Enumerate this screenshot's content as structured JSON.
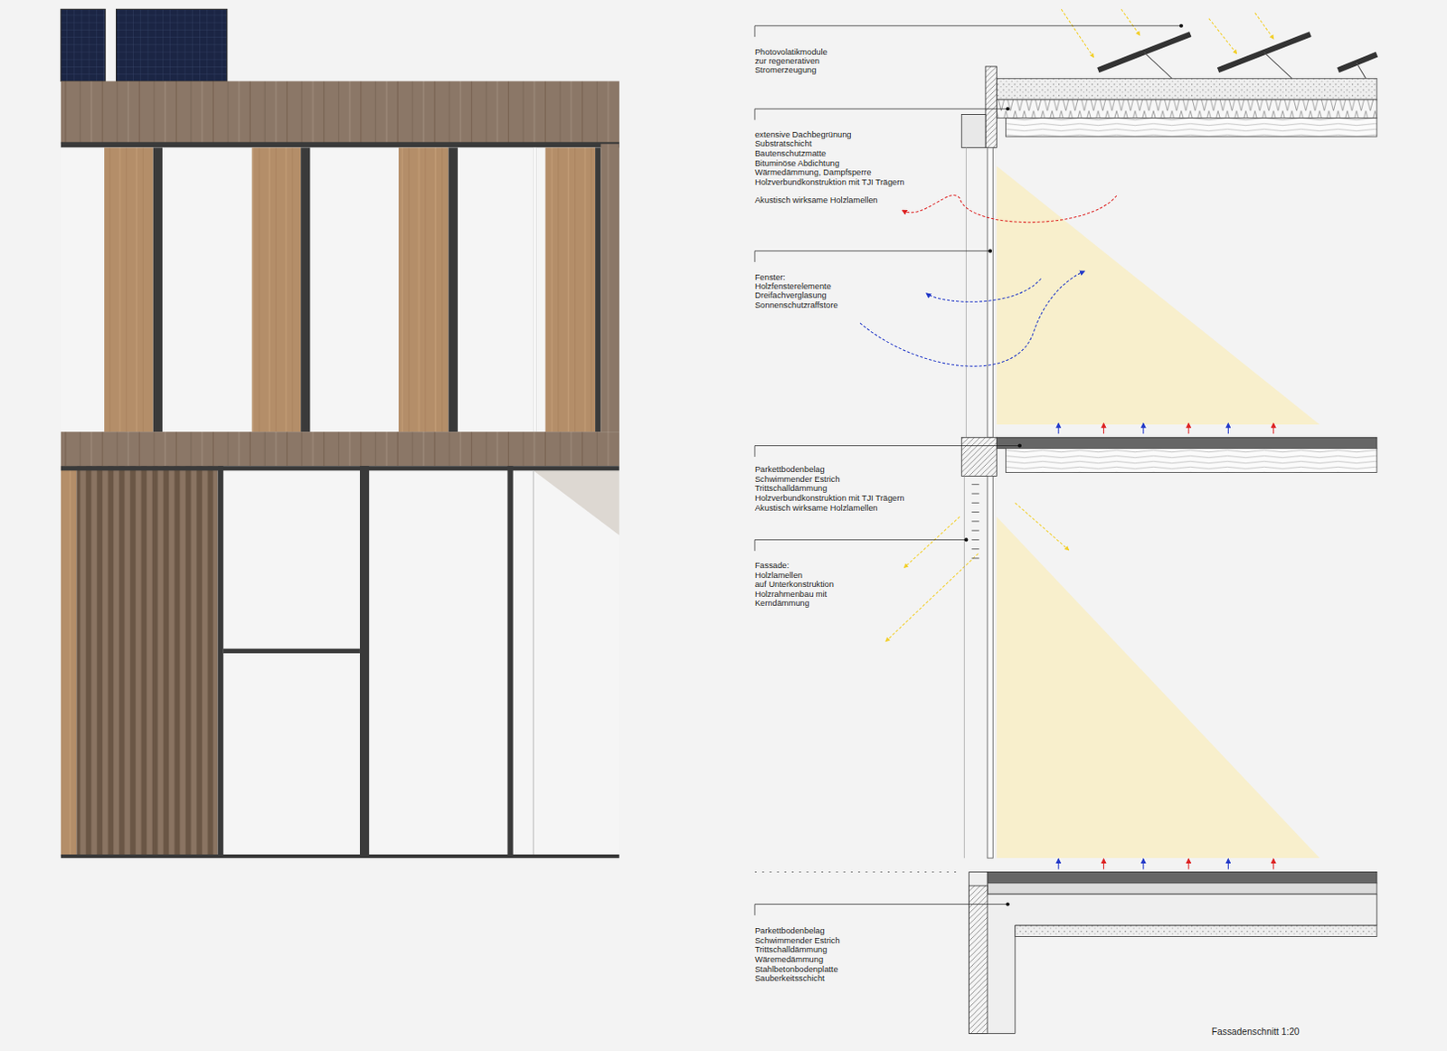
{
  "diagram": {
    "caption": "Fassadenschnitt 1:20",
    "labels": [
      "Photovolatikmodule",
      "zur regenerativen",
      "Stromerzeugung",
      "extensive Dachbegrünung",
      "Substratschicht",
      "Bautenschutzmatte",
      "Bituminöse Abdichtung",
      "Wärmedämmung, Dampfsperre",
      "Holzverbundkonstruktion mit TJI Trägern",
      "Akustisch wirksame Holzlamellen",
      "Fenster:",
      "Holzfensterelemente",
      "Dreifachverglasung",
      "Sonnenschutzraffstore",
      "Parkettbodenbelag",
      "Schwimmender Estrich",
      "Trittschalldämmung",
      "Holzverbundkonstruktion mit TJI Trägern",
      "Akustisch wirksame Holzlamellen",
      "Fassade:",
      "Holzlamellen",
      "auf Unterkonstruktion",
      "Holzrahmenbau mit",
      "Kerndämmung",
      "Parkettbodenbelag",
      "Schwimmender Estrich",
      "Trittschalldämmung",
      "Wäremedämmung",
      "Stahlbetonbodenplatte",
      "Sauberkeitsschicht"
    ]
  }
}
